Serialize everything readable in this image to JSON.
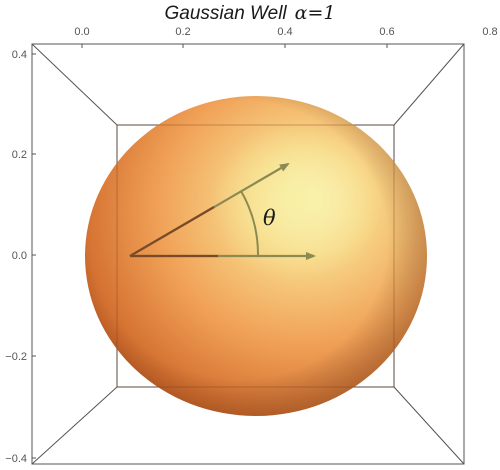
{
  "title": {
    "text": "Gaussian Well",
    "param": "α=1"
  },
  "axes": {
    "top_ticks": [
      "0.0",
      "0.2",
      "0.4",
      "0.6",
      "0.8"
    ],
    "left_ticks": [
      "0.4",
      "0.2",
      "0.0",
      "−0.2",
      "−0.4"
    ]
  },
  "diagram": {
    "angle_label": "θ",
    "colors": {
      "sphere_highlight": "#fff1b8",
      "sphere_mid": "#f0a056",
      "sphere_dark": "#b84e1e",
      "sphere_edge": "#8a3a1a",
      "arrow_main": "#8a8a52",
      "arrow_dark": "#7a4a28",
      "box_lines": "#555555"
    }
  }
}
